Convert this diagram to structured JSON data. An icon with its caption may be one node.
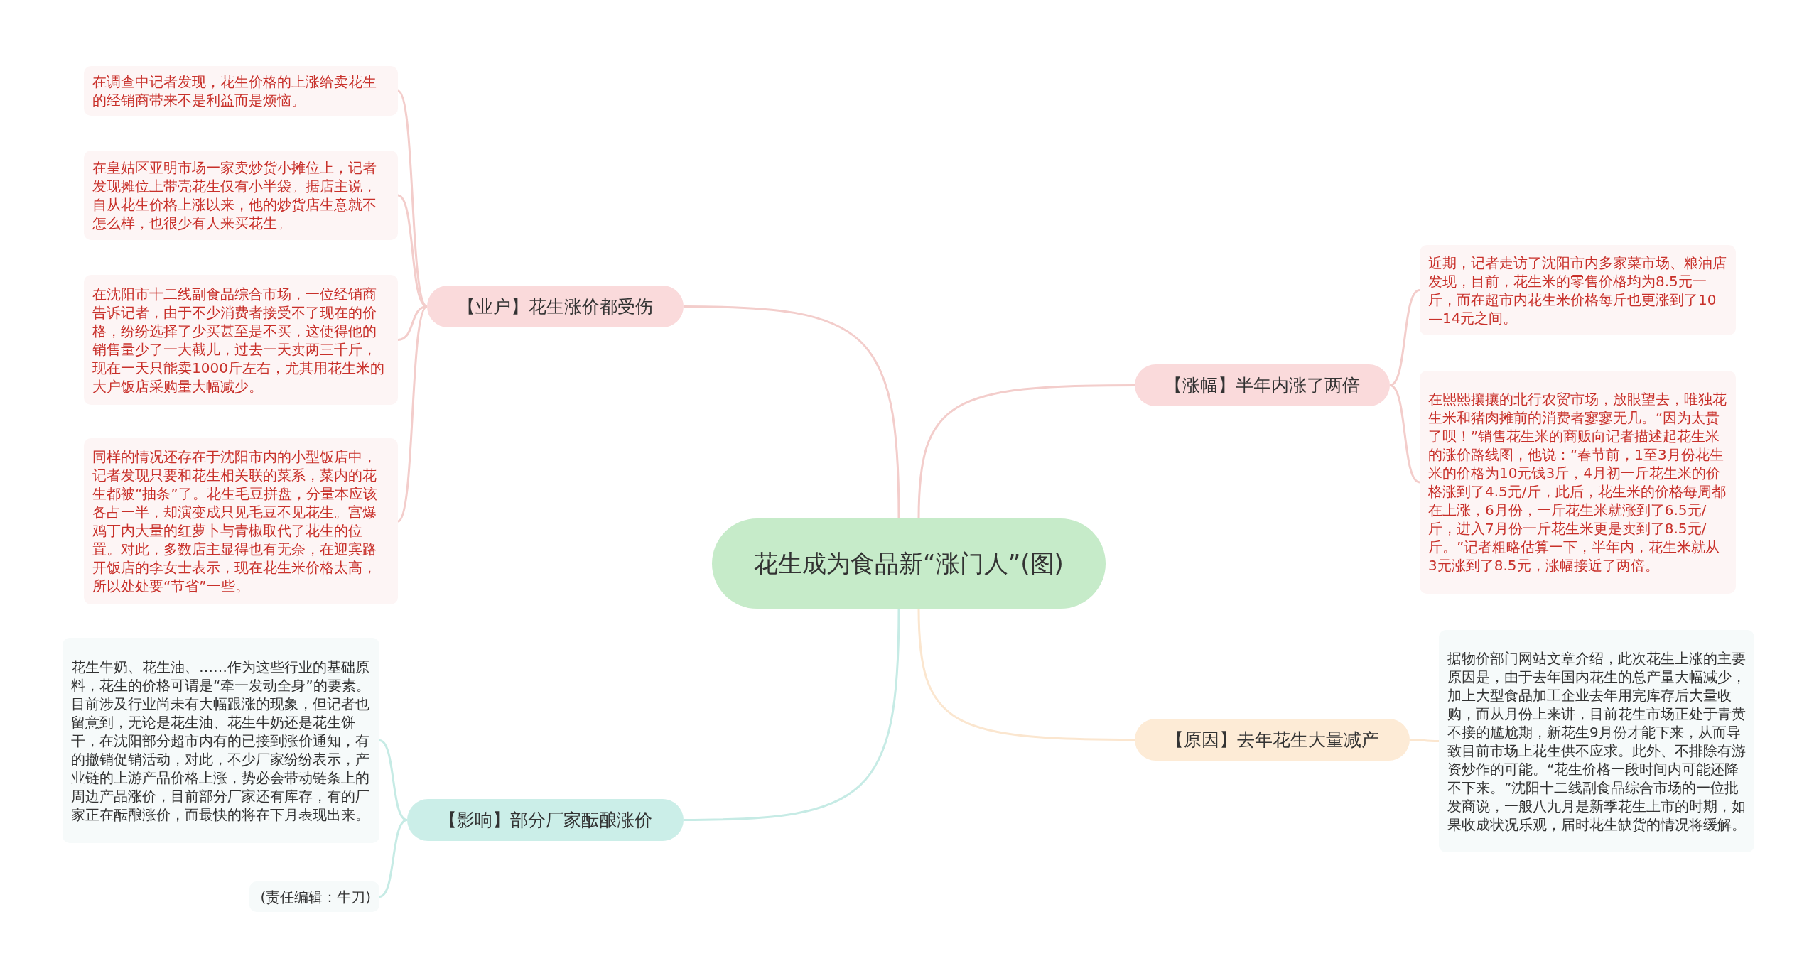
{
  "diagram": {
    "nodes": [
      {
        "text": [
          "花生成为食品新“涨门人”(图)"
        ]
      },
      {
        "text": [
          "【业户】花生涨价都受伤"
        ]
      },
      {
        "text": [
          "在调查中记者发现，花生价格的上涨给卖花生的经销商带来不是利益而是烦恼。"
        ]
      },
      {
        "text": [
          "在皇姑区亚明市场一家卖炒货小摊位上，记者发现摊位上带壳花生仅有小半袋。据店主说，自从花生价格上涨以来，他的炒货店生意就不怎么样，也很少有人来买花生。"
        ]
      },
      {
        "text": [
          "在沈阳市十二线副食品综合市场，一位经销商告诉记者，由于不少消费者接受不了现在的价格，纷纷选择了少买甚至是不买，这使得他的销售量少了一大截儿，过去一天卖两三千斤，现在一天只能卖1000斤左右，尤其用花生米的大户饭店采购量大幅减少。"
        ]
      },
      {
        "text": [
          "同样的情况还存在于沈阳市内的小型饭店中，记者发现只要和花生相关联的菜系，菜内的花生都被“抽条”了。花生毛豆拼盘，分量本应该各占一半，却演变成只见毛豆不见花生。宫爆鸡丁内大量的红萝卜与青椒取代了花生的位置。对此，多数店主显得也有无奈，在迎宾路开饭店的李女士表示，现在花生米价格太高，所以处处要“节省”一些。"
        ]
      },
      {
        "text": [
          "【涨幅】半年内涨了两倍"
        ]
      },
      {
        "text": [
          "近期，记者走访了沈阳市内多家菜市场、粮油店发现，目前，花生米的零售价格均为8.5元一斤，而在超市内花生米价格每斤也更涨到了10—14元之间。"
        ]
      },
      {
        "text": [
          "在熙熙攘攘的北行农贸市场，放眼望去，唯独花生米和猪肉摊前的消费者寥寥无几。“因为太贵了呗！”销售花生米的商贩向记者描述起花生米的涨价路线图，他说：“春节前，1至3月份花生米的价格为10元钱3斤，4月初一斤花生米的价格涨到了4.5元/斤，此后，花生米的价格每周都在上涨，6月份，一斤花生米就涨到了6.5元/斤，进入7月份一斤花生米更是卖到了8.5元/斤。”记者粗略估算一下，半年内，花生米就从3元涨到了8.5元，涨幅接近了两倍。"
        ]
      },
      {
        "text": [
          "【原因】去年花生大量减产"
        ]
      },
      {
        "text": [
          "据物价部门网站文章介绍，此次花生上涨的主要原因是，由于去年国内花生的总产量大幅减少，加上大型食品加工企业去年用完库存后大量收购，而从月份上来讲，目前花生市场正处于青黄不接的尴尬期，新花生9月份才能下来，从而导致目前市场上花生供不应求。此外、不排除有游资炒作的可能。“花生价格一段时间内可能还降不下来。”沈阳十二线副食品综合市场的一位批发商说，一般八九月是新季花生上市的时期，如果收成状况乐观，届时花生缺货的情况将缓解。"
        ]
      },
      {
        "text": [
          "【影响】部分厂家酝酿涨价"
        ]
      },
      {
        "text": [
          "花生牛奶、花生油、……作为这些行业的基础原料，花生的价格可谓是“牵一发动全身”的要素。目前涉及行业尚未有大幅跟涨的现象，但记者也留意到，无论是花生油、花生牛奶还是花生饼干，在沈阳部分超市内有的已接到涨价通知，有的撤销促销活动，对此，不少厂家纷纷表示，产业链的上游产品价格上涨，势必会带动链条上的周边产品涨价，目前部分厂家还有库存，有的厂家正在酝酿涨价，而最快的将在下月表现出来。"
        ]
      },
      {
        "text": [
          "(责任编辑：牛刀)"
        ]
      }
    ],
    "edges": [
      {
        "from": 0,
        "to": 1,
        "arrow": "none",
        "color": "#f3cdcb"
      },
      {
        "from": 1,
        "to": 2,
        "arrow": "none",
        "color": "#f3cdcb"
      },
      {
        "from": 1,
        "to": 3,
        "arrow": "none",
        "color": "#f3cdcb"
      },
      {
        "from": 1,
        "to": 4,
        "arrow": "none",
        "color": "#f3cdcb"
      },
      {
        "from": 1,
        "to": 5,
        "arrow": "none",
        "color": "#f3cdcb"
      },
      {
        "from": 0,
        "to": 6,
        "arrow": "none",
        "color": "#f3cdcb"
      },
      {
        "from": 6,
        "to": 7,
        "arrow": "none",
        "color": "#f3cdcb"
      },
      {
        "from": 6,
        "to": 8,
        "arrow": "none",
        "color": "#f3cdcb"
      },
      {
        "from": 0,
        "to": 9,
        "arrow": "none",
        "color": "#fbe6cf"
      },
      {
        "from": 9,
        "to": 10,
        "arrow": "none",
        "color": "#fbe6cf"
      },
      {
        "from": 0,
        "to": 11,
        "arrow": "none",
        "color": "#c6ebe5"
      },
      {
        "from": 11,
        "to": 12,
        "arrow": "none",
        "color": "#c6ebe5"
      },
      {
        "from": 11,
        "to": 13,
        "arrow": "none",
        "color": "#c6ebe5"
      }
    ]
  }
}
